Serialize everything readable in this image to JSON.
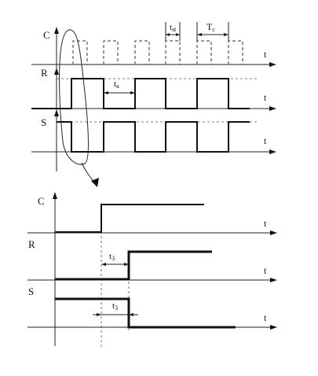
{
  "labels": {
    "top": {
      "c": "C",
      "r": "R",
      "s": "S",
      "t": "t"
    },
    "bottom": {
      "c": "C",
      "r": "R",
      "s": "S",
      "t": "t"
    },
    "annotations": {
      "t_on_top": "t",
      "t_on_top_sub": "st",
      "tc": "T",
      "tc_sub": "c",
      "ta": "t",
      "ta_sub": "a",
      "t3_r": "t",
      "t3_r_sub": "3",
      "t3_s": "t",
      "t3_s_sub": "3"
    }
  },
  "colors": {
    "ink": "#111111",
    "paper": "#ffffff"
  }
}
